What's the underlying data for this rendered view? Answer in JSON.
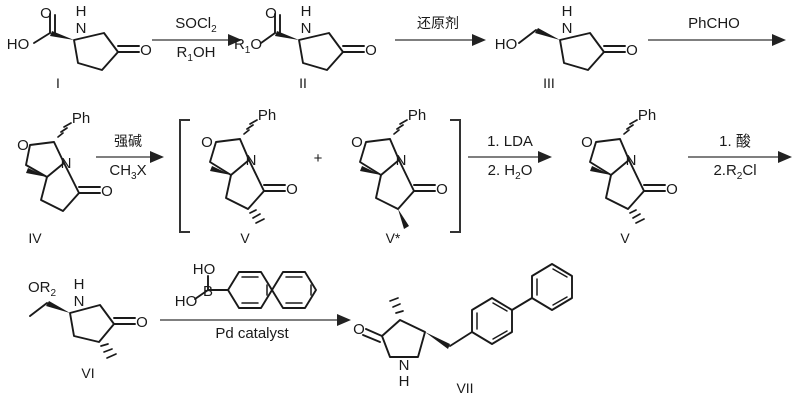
{
  "scheme": {
    "title": "Multi-step synthesis of VII from pyroglutamic acid I",
    "background_color": "#ffffff",
    "line_color": "#1a1a1a",
    "arrow_color": "#555555"
  },
  "rows": [
    {
      "row_id": "row-1",
      "steps": [
        {
          "compound_label": "I",
          "atoms": [
            "O",
            "HO",
            "H",
            "N",
            "O"
          ]
        },
        {
          "arrow_id": "arrow-1",
          "above": "SOCl",
          "above_sub": "2",
          "below": "R",
          "below_sub": "1",
          "below_rest": "OH"
        },
        {
          "compound_label": "II",
          "atoms": [
            "O",
            "R",
            "1",
            "O",
            "H",
            "N",
            "O"
          ]
        },
        {
          "arrow_id": "arrow-2",
          "above": "还原剂",
          "below": ""
        },
        {
          "compound_label": "III",
          "atoms": [
            "HO",
            "H",
            "N",
            "O"
          ]
        },
        {
          "arrow_id": "arrow-3",
          "above": "PhCHO",
          "below": ""
        }
      ]
    },
    {
      "row_id": "row-2",
      "steps": [
        {
          "compound_label": "IV",
          "atoms": [
            "Ph",
            "O",
            "N",
            "O"
          ]
        },
        {
          "arrow_id": "arrow-4",
          "above": "强碱",
          "below": "CH",
          "below_sub": "3",
          "below_rest": "X"
        },
        {
          "compound_label": "V",
          "atoms": [
            "Ph",
            "O",
            "N",
            "O"
          ],
          "in_bracket": true
        },
        {
          "plus": "+"
        },
        {
          "compound_label": "V*",
          "atoms": [
            "Ph",
            "O",
            "N",
            "O"
          ],
          "in_bracket": true
        },
        {
          "arrow_id": "arrow-5",
          "above": "1. LDA",
          "below": "2. H",
          "below_sub": "2",
          "below_rest": "O"
        },
        {
          "compound_label": "V",
          "atoms": [
            "Ph",
            "O",
            "N",
            "O"
          ]
        },
        {
          "arrow_id": "arrow-6",
          "above": "1. 酸",
          "below": "2.R",
          "below_sub": "2",
          "below_rest": "Cl"
        }
      ]
    },
    {
      "row_id": "row-3",
      "steps": [
        {
          "compound_label": "VI",
          "atoms": [
            "OR",
            "2",
            "H",
            "N",
            "O"
          ]
        },
        {
          "arrow_id": "arrow-7",
          "above_reagent": "biphenyl-boronic-acid",
          "above_atoms": [
            "HO",
            "B",
            "HO"
          ],
          "below": "Pd catalyst"
        },
        {
          "compound_label": "VII",
          "atoms": [
            "O",
            "N",
            "H"
          ]
        }
      ]
    }
  ],
  "labels": {
    "compound_1": "I",
    "compound_2": "II",
    "compound_3": "III",
    "compound_4": "IV",
    "compound_5a": "V",
    "compound_5b": "V*",
    "compound_5c": "V",
    "compound_6": "VI",
    "compound_7": "VII",
    "plus_sign": "+"
  },
  "reagents": {
    "r1_top": "SOCl",
    "r1_top_sub": "2",
    "r1_bottom": "R",
    "r1_bottom_sub": "1",
    "r1_bottom_rest": "OH",
    "r2_top": "还原剂",
    "r3_top": "PhCHO",
    "r4_top": "强碱",
    "r4_bottom": "CH",
    "r4_bottom_sub": "3",
    "r4_bottom_rest": "X",
    "r5_top": "1. LDA",
    "r5_bottom": "2. H",
    "r5_bottom_sub": "2",
    "r5_bottom_rest": "O",
    "r6_top": "1. 酸",
    "r6_bottom": "2.R",
    "r6_bottom_sub": "2",
    "r6_bottom_rest": "Cl",
    "r7_bottom": "Pd catalyst"
  },
  "atoms": {
    "O": "O",
    "HO": "HO",
    "H": "H",
    "N": "N",
    "Ph": "Ph",
    "B": "B",
    "R": "R",
    "OR": "OR",
    "sub1": "1",
    "sub2": "2",
    "sub3": "3"
  }
}
